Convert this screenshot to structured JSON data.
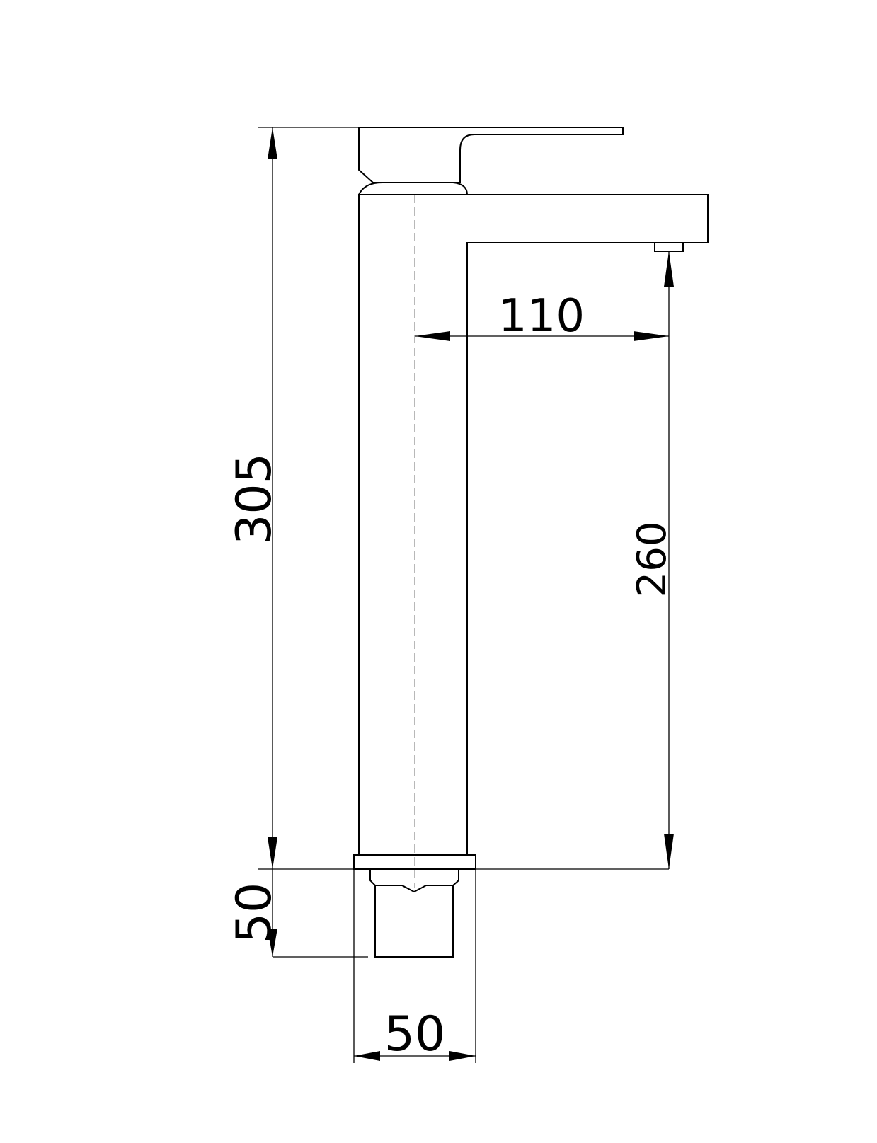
{
  "dimensions": {
    "total_height": "305",
    "spout_reach": "110",
    "spout_height": "260",
    "thread_length": "50",
    "base_width": "50"
  }
}
